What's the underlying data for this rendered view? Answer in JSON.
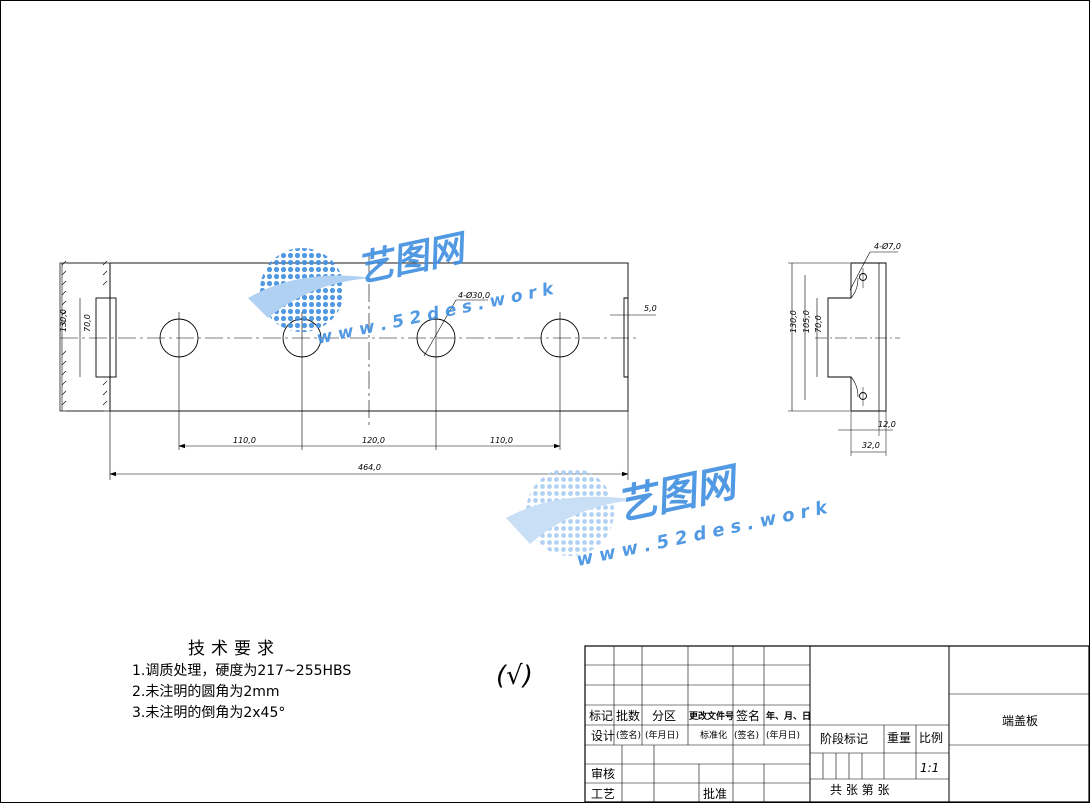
{
  "drawing": {
    "front_view": {
      "overall_length": "464,0",
      "spacing_left": "110,0",
      "spacing_middle": "120,0",
      "spacing_right": "110,0",
      "hole_callout": "4-Ø30,0",
      "offset": "5,0",
      "inner_height": "70,0",
      "outer_height": "130,0"
    },
    "side_view": {
      "hole_callout": "4-Ø7,0",
      "height_total": "130,0",
      "height_mid": "105,0",
      "height_inner": "70,0",
      "thickness": "12,0",
      "width": "32,0"
    },
    "surface_mark": "(√)"
  },
  "tech_requirements": {
    "title": "技术要求",
    "items": [
      "1.调质处理，硬度为217~255HBS",
      "2.未注明的圆角为2mm",
      "3.未注明的倒角为2x45°"
    ]
  },
  "title_block": {
    "headers": [
      "标记",
      "批数",
      "分区",
      "更改文件号",
      "签名",
      "年、月、日"
    ],
    "design": "设计",
    "sign1": "(签名)",
    "date1": "(年月日)",
    "standard": "标准化",
    "sign2": "(签名)",
    "date2": "(年月日)",
    "review": "审核",
    "process": "工艺",
    "approve": "批准",
    "stage_mark": "阶段标记",
    "weight": "重量",
    "scale_label": "比例",
    "scale_value": "1:1",
    "sheet_info": "共   张   第   张",
    "part_name": "端盖板"
  },
  "watermark": {
    "brand": "艺图网",
    "url": "w w w . 5 2 d e s . w o r k",
    "colors": {
      "primary": "#3f8fe0",
      "light": "#a9cdf2"
    }
  }
}
